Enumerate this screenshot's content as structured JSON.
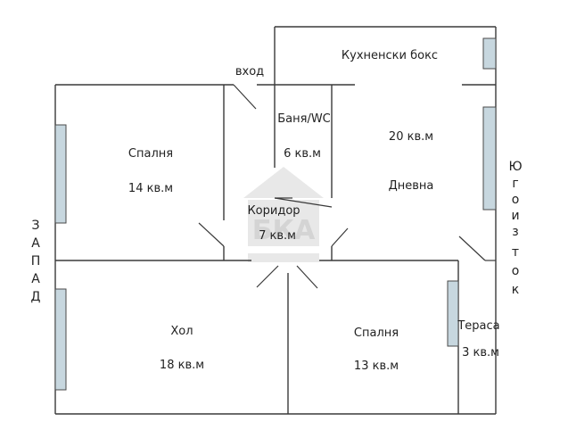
{
  "rooms": {
    "bedroom_left": {
      "name": "Спалня",
      "area": "14 кв.м"
    },
    "bath": {
      "name": "Баня/WC",
      "area": "6 кв.м"
    },
    "kitchen": {
      "name": "Кухненски бокс"
    },
    "living": {
      "area": "20 кв.м",
      "name": "Дневна"
    },
    "corridor": {
      "name": "Коридор",
      "area": "7 кв.м"
    },
    "hall": {
      "name": "Хол",
      "area": "18 кв.м"
    },
    "bedroom_right": {
      "name": "Спалня",
      "area": "13 кв.м"
    },
    "terrace": {
      "name": "Тераса",
      "area": "3 кв.м"
    }
  },
  "labels": {
    "entrance": "вход"
  },
  "directions": {
    "west": [
      "З",
      "А",
      "П",
      "А",
      "Д"
    ],
    "southeast": [
      "Ю",
      "г",
      "о",
      "и",
      "з",
      "т",
      "о",
      "к"
    ]
  },
  "colors": {
    "window_fill": "#c7d7df",
    "wall": "#3a3a3a"
  }
}
